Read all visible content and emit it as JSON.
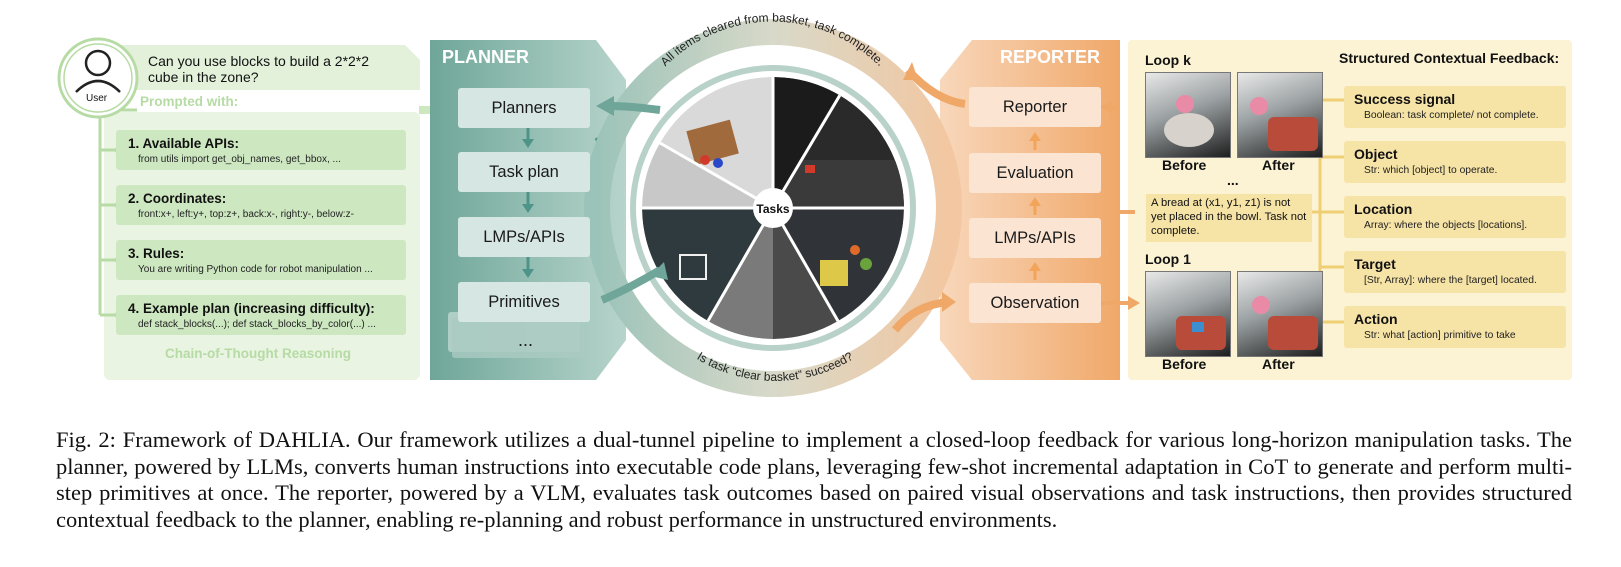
{
  "user": {
    "label": "User",
    "question": "Can you use blocks to build a 2*2*2 cube in the zone?"
  },
  "prompt": {
    "heading": "Prompted with:",
    "items": [
      {
        "title": "1. Available APIs:",
        "detail": "from utils import get_obj_names, get_bbox, ..."
      },
      {
        "title": "2. Coordinates:",
        "detail": "front:x+, left:y+, top:z+, back:x-, right:y-, below:z-"
      },
      {
        "title": "3. Rules:",
        "detail": "You are writing Python code for robot manipulation ..."
      },
      {
        "title": "4. Example plan (increasing difficulty):",
        "detail": "def stack_blocks(...); def stack_blocks_by_color(...) ..."
      }
    ],
    "footer": "Chain-of-Thought Reasoning"
  },
  "planner": {
    "title": "PLANNER",
    "boxes": [
      "Planners",
      "Task plan",
      "LMPs/APIs",
      "Primitives"
    ],
    "more": "..."
  },
  "ring": {
    "center": "Tasks",
    "top_text": "All items cleared from basket, task complete.",
    "bottom_text": "Is task “clear basket” succeed?"
  },
  "reporter": {
    "title": "REPORTER",
    "boxes": [
      "Reporter",
      "Evaluation",
      "LMPs/APIs",
      "Observation"
    ]
  },
  "loops": {
    "loop_k": "Loop k",
    "loop_1": "Loop 1",
    "before": "Before",
    "after": "After",
    "ellipsis": "...",
    "feedback_note": "A bread at (x1, y1, z1) is not yet placed in the bowl. Task not complete."
  },
  "feedback": {
    "title": "Structured Contextual Feedback:",
    "items": [
      {
        "title": "Success signal",
        "detail": "Boolean: task complete/ not complete."
      },
      {
        "title": "Object",
        "detail": "Str: which [object] to operate."
      },
      {
        "title": "Location",
        "detail": "Array: where the objects [locations]."
      },
      {
        "title": "Target",
        "detail": "[Str, Array]: where the [target] located."
      },
      {
        "title": "Action",
        "detail": "Str: what [action] primitive to take"
      }
    ]
  },
  "caption": "Fig. 2: Framework of DAHLIA. Our framework utilizes a dual-tunnel pipeline to implement a closed-loop feedback for various long-horizon manipulation tasks. The planner, powered by LLMs, converts human instructions into executable code plans, leveraging few-shot incremental adaptation in CoT to generate and perform multi-step primitives at once. The reporter, powered by a VLM, evaluates task outcomes based on paired visual observations and task instructions, then provides structured contextual feedback to the planner, enabling re-planning and robust performance in unstructured environments.",
  "colors": {
    "green_light": "#cde8c1",
    "green_bg": "#e9f4e2",
    "teal": "#7fb3a8",
    "orange": "#f0a868",
    "yellow_bg": "#fbf3d4",
    "yellow_card": "#f6e3a6"
  }
}
